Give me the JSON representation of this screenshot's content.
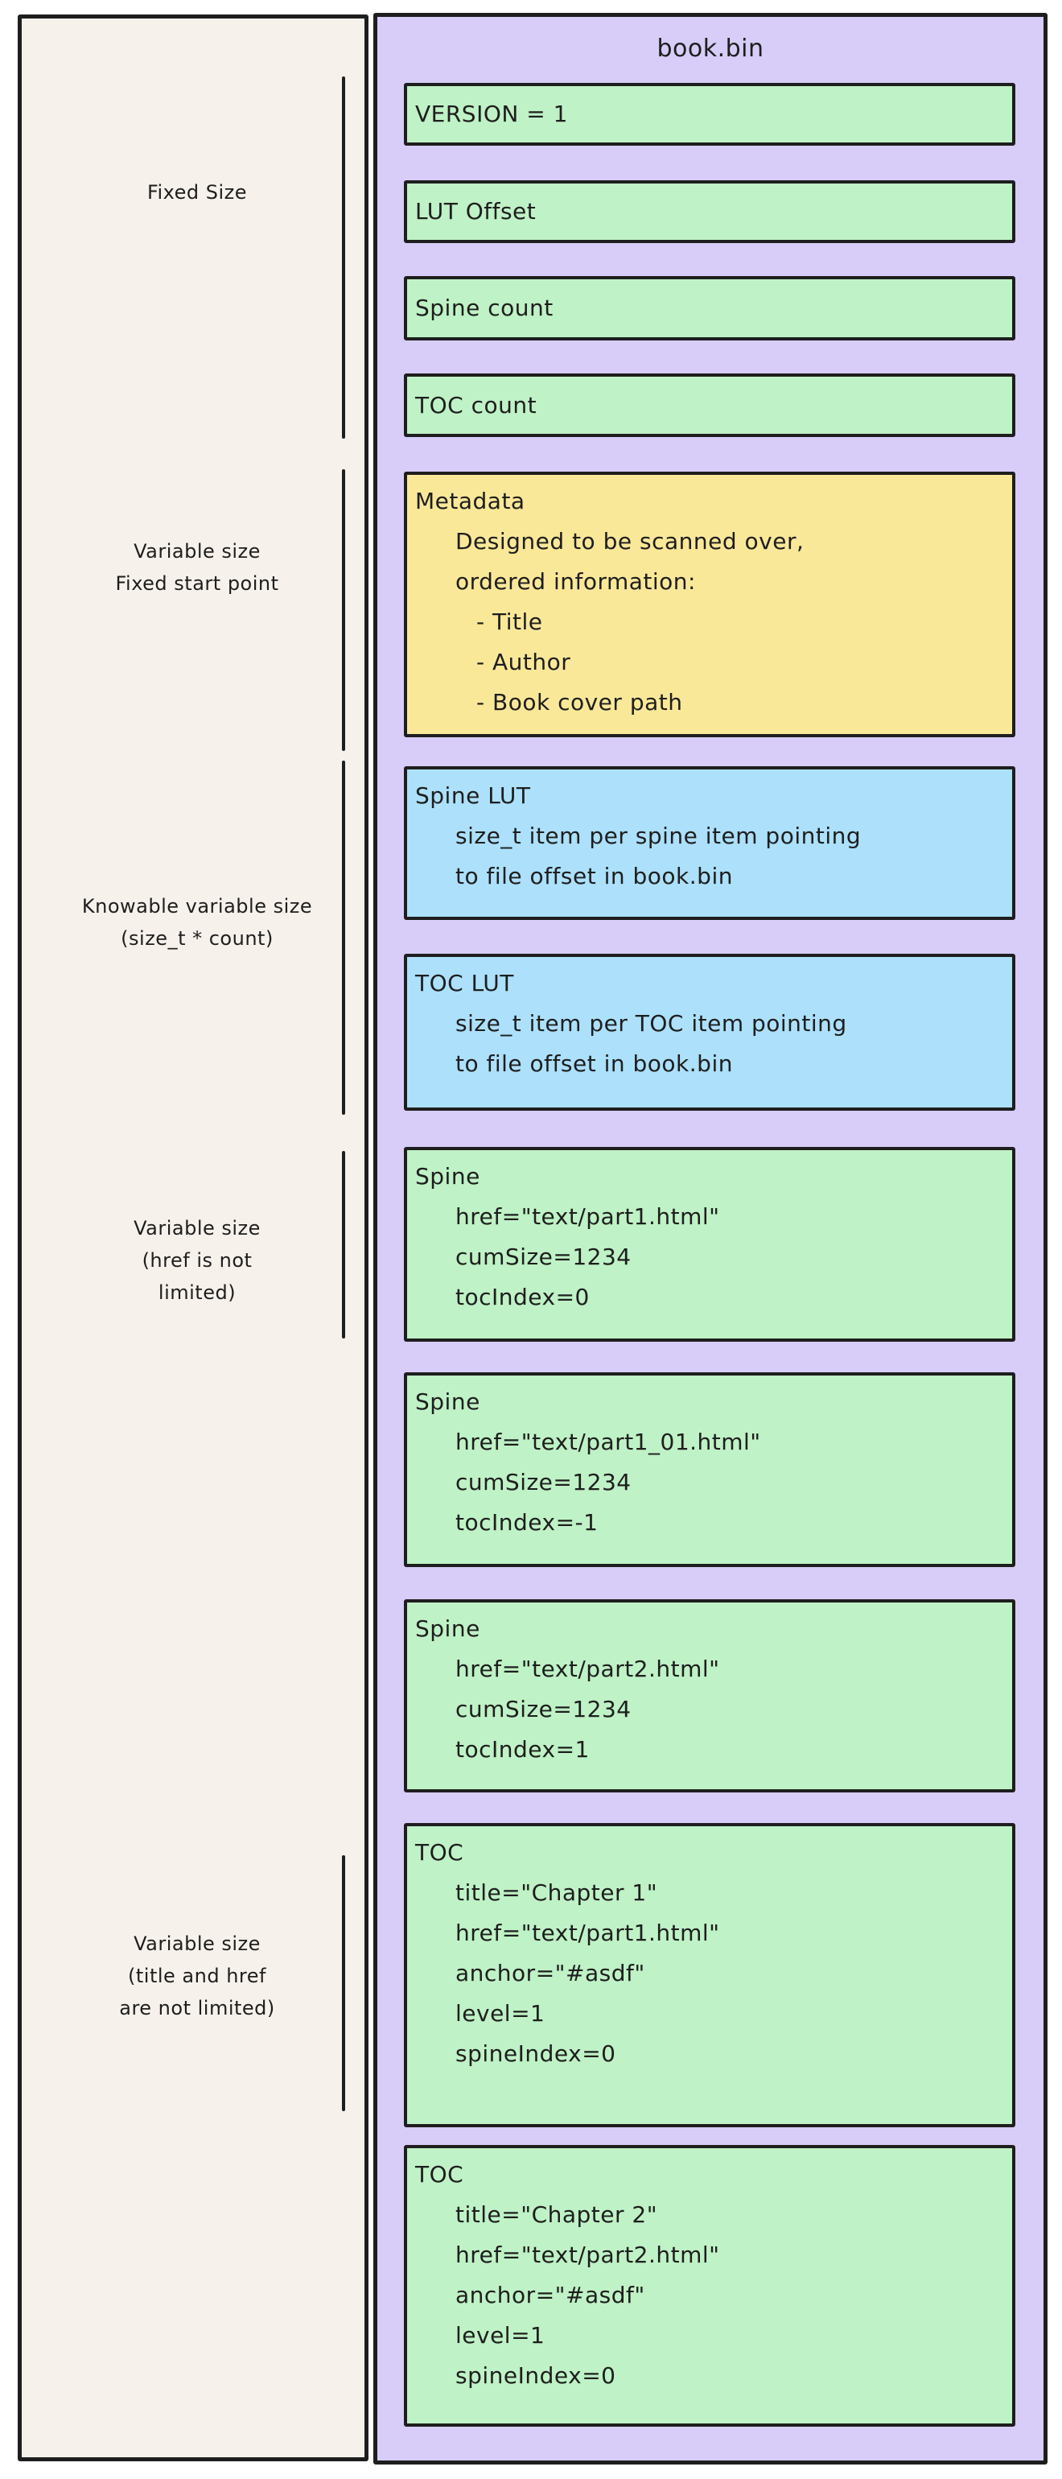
{
  "diagram": {
    "file_title": "book.bin",
    "colors": {
      "canvas_background": "#ffffff",
      "panel_background": "#f6f1eb",
      "container_background": "#d7cdf8",
      "field_box_green": "#bff2c6",
      "metadata_box_yellow": "#fae899",
      "lut_box_blue": "#ace0fb",
      "ink": "#1e1e1e"
    },
    "size_labels": [
      {
        "lines": [
          "Fixed Size"
        ]
      },
      {
        "lines": [
          "Variable size",
          "Fixed start point"
        ]
      },
      {
        "lines": [
          "Knowable variable size",
          "(size_t * count)"
        ]
      },
      {
        "lines": [
          "Variable size",
          "(href is not",
          "limited)"
        ]
      },
      {
        "lines": [
          "Variable size",
          "(title and href",
          "are not limited)"
        ]
      }
    ],
    "boxes": [
      {
        "name": "version",
        "lines": [
          "VERSION = 1"
        ]
      },
      {
        "name": "lut-offset",
        "lines": [
          "LUT Offset"
        ]
      },
      {
        "name": "spine-count",
        "lines": [
          "Spine count"
        ]
      },
      {
        "name": "toc-count",
        "lines": [
          "TOC count"
        ]
      },
      {
        "name": "metadata",
        "lines": [
          "Metadata",
          "Designed to be scanned over,",
          "ordered information:",
          "- Title",
          "- Author",
          "- Book cover path"
        ]
      },
      {
        "name": "spine-lut",
        "lines": [
          "Spine LUT",
          "size_t item per spine item pointing",
          "to file offset in book.bin"
        ]
      },
      {
        "name": "toc-lut",
        "lines": [
          "TOC LUT",
          "size_t item per TOC item pointing",
          "to file offset in book.bin"
        ]
      },
      {
        "name": "spine-1",
        "lines": [
          "Spine",
          "href=\"text/part1.html\"",
          "cumSize=1234",
          "tocIndex=0"
        ]
      },
      {
        "name": "spine-2",
        "lines": [
          "Spine",
          "href=\"text/part1_01.html\"",
          "cumSize=1234",
          "tocIndex=-1"
        ]
      },
      {
        "name": "spine-3",
        "lines": [
          "Spine",
          "href=\"text/part2.html\"",
          "cumSize=1234",
          "tocIndex=1"
        ]
      },
      {
        "name": "toc-1",
        "lines": [
          "TOC",
          "title=\"Chapter 1\"",
          "href=\"text/part1.html\"",
          "anchor=\"#asdf\"",
          "level=1",
          "spineIndex=0"
        ]
      },
      {
        "name": "toc-2",
        "lines": [
          "TOC",
          "title=\"Chapter 2\"",
          "href=\"text/part2.html\"",
          "anchor=\"#asdf\"",
          "level=1",
          "spineIndex=0"
        ]
      }
    ]
  }
}
